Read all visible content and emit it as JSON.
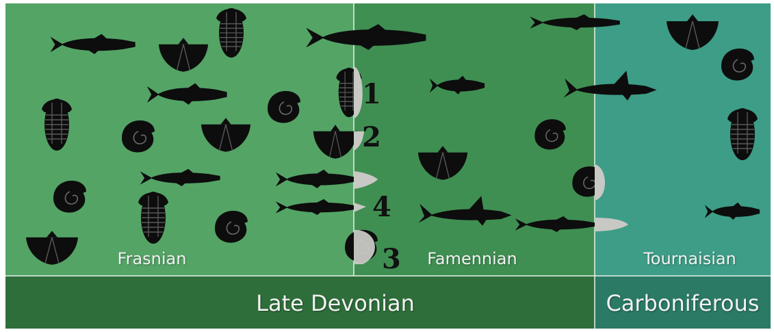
{
  "stages": {
    "frasnian": "Frasnian",
    "famennian": "Famennian",
    "tournaisian": "Tournaisian"
  },
  "periods": {
    "late_devonian": "Late Devonian",
    "carboniferous": "Carboniferous"
  },
  "markers": [
    "1",
    "2",
    "4",
    "3"
  ],
  "colors": {
    "frasnian_bg": "#54a466",
    "famennian_bg": "#3f8f52",
    "tournaisian_bg": "#3d9d86",
    "late_devonian_bar": "#2e6e3a",
    "carboniferous_bar": "#2a7a66",
    "silhouette": "#0d0d0d",
    "extinct_overlay": "#c8c8c4"
  },
  "icons": [
    "fish-icon",
    "shark-icon",
    "trilobite-icon",
    "brachiopod-icon",
    "ammonite-icon"
  ]
}
